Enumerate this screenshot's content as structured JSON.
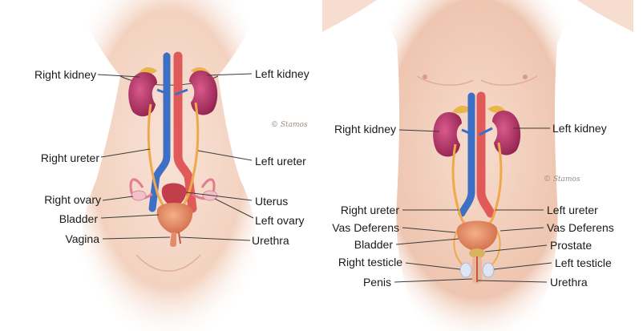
{
  "female": {
    "signature": "© Stamos",
    "labels": {
      "right_kidney": "Right kidney",
      "left_kidney": "Left kidney",
      "right_ureter": "Right ureter",
      "left_ureter": "Left ureter",
      "right_ovary": "Right ovary",
      "uterus": "Uterus",
      "bladder": "Bladder",
      "left_ovary": "Left ovary",
      "vagina": "Vagina",
      "urethra": "Urethra"
    }
  },
  "male": {
    "signature": "© Stamos",
    "labels": {
      "right_kidney": "Right kidney",
      "left_kidney": "Left kidney",
      "right_ureter": "Right ureter",
      "left_ureter": "Left ureter",
      "vas_deferens_right": "Vas Deferens",
      "vas_deferens_left": "Vas Deferens",
      "bladder": "Bladder",
      "prostate": "Prostate",
      "right_testicle": "Right testicle",
      "left_testicle": "Left testicle",
      "penis": "Penis",
      "urethra": "Urethra"
    }
  },
  "colors": {
    "skin": "#f3d6c6",
    "skin_shadow": "#e7b9a4",
    "kidney": "#b8336a",
    "artery": "#e15a5a",
    "vein": "#3d6fc4",
    "ureter": "#f0a94a",
    "bladder": "#e98a5e",
    "adrenal": "#e9b64b"
  }
}
